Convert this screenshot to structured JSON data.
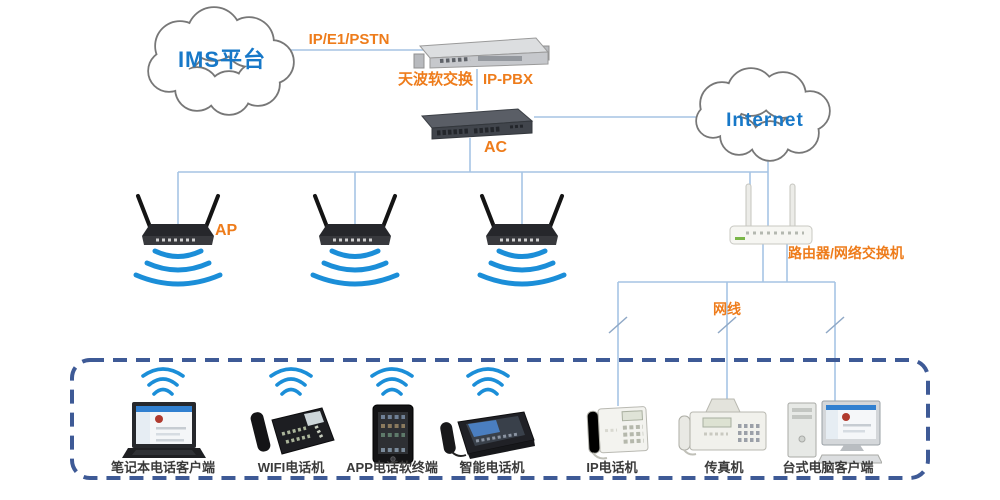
{
  "diagram": {
    "clouds": {
      "ims": "IMS平台",
      "internet": "Internet"
    },
    "labels": {
      "trunk": "IP/E1/PSTN",
      "pbx_name": "天波软交换",
      "pbx_type": "IP-PBX",
      "ac": "AC",
      "ap": "AP",
      "router": "路由器/网络交换机",
      "cable": "网线"
    },
    "terminals": [
      {
        "id": "laptop",
        "label": "笔记本电话客户端"
      },
      {
        "id": "wifi-phone",
        "label": "WIFI电话机"
      },
      {
        "id": "app-terminal",
        "label": "APP电话软终端"
      },
      {
        "id": "smart-phone",
        "label": "智能电话机"
      },
      {
        "id": "ip-phone",
        "label": "IP电话机"
      },
      {
        "id": "fax",
        "label": "传真机"
      },
      {
        "id": "desktop",
        "label": "台式电脑客户端"
      }
    ],
    "colors": {
      "accent_orange": "#ee7c1b",
      "cloud_text_blue": "#1778c8",
      "link_line": "#a6c4e4",
      "wifi_blue": "#1b8ed8",
      "dashed_border": "#3e5a96",
      "terminal_text": "#3a3a3a"
    }
  }
}
